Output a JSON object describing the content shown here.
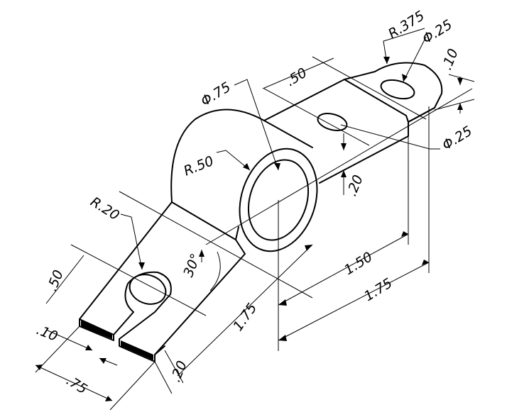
{
  "drawing": {
    "type": "isometric part drawing",
    "line_color": "#000000",
    "background": "#ffffff"
  },
  "dimensions": {
    "r375": "R.375",
    "dia25_top": "Φ.25",
    "d10_right": ".10",
    "dia25_mid": "Φ.25",
    "d50_top": ".50",
    "dia75": "Φ.75",
    "r50": "R.50",
    "d20_right": ".20",
    "r20": "R.20",
    "d50_left": ".50",
    "angle30": "30°",
    "d150": "1.50",
    "d175_bottom": "1.75",
    "d175_mid": "1.75",
    "d10_left": ".10",
    "d75_left": ".75",
    "d20_bottom": ".20"
  }
}
